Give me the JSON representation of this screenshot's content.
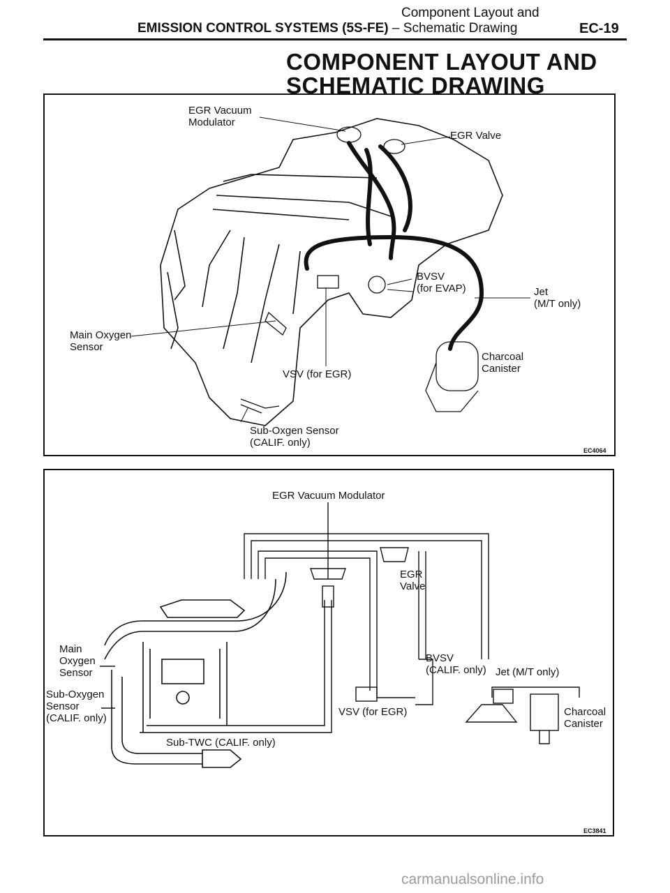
{
  "header": {
    "section_subtitle": "Component Layout and",
    "section_prefix": "EMISSION CONTROL SYSTEMS (5S-FE)",
    "section_dash": " – ",
    "section_suffix": "Schematic Drawing",
    "page_number": "EC-19"
  },
  "title": {
    "line1": "COMPONENT LAYOUT AND",
    "line2": "SCHEMATIC DRAWING"
  },
  "layout_figure": {
    "figure_code": "EC4064",
    "labels": {
      "egr_vacuum_modulator_1": "EGR Vacuum",
      "egr_vacuum_modulator_2": "Modulator",
      "egr_valve": "EGR Valve",
      "bvsv_1": "BVSV",
      "bvsv_2": "(for EVAP)",
      "jet_1": "Jet",
      "jet_2": "(M/T only)",
      "main_oxygen_1": "Main Oxygen",
      "main_oxygen_2": "Sensor",
      "charcoal_1": "Charcoal",
      "charcoal_2": "Canister",
      "vsv": "VSV (for EGR)",
      "sub_oxygen_1": "Sub-Oxgen Sensor",
      "sub_oxygen_2": "(CALIF. only)"
    }
  },
  "schematic_figure": {
    "figure_code": "EC3841",
    "labels": {
      "egr_vacuum_modulator": "EGR Vacuum Modulator",
      "egr_1": "EGR",
      "egr_2": "Valve",
      "main_1": "Main",
      "main_2": "Oxygen",
      "main_3": "Sensor",
      "bvsv_1": "BVSV",
      "bvsv_2": "(CALIF. only)",
      "jet": "Jet (M/T only)",
      "sub_1": "Sub-Oxygen",
      "sub_2": "Sensor",
      "sub_3": "(CALIF. only)",
      "vsv": "VSV (for EGR)",
      "charcoal_1": "Charcoal",
      "charcoal_2": "Canister",
      "sub_twc": "Sub-TWC (CALIF. only)"
    }
  },
  "footer": {
    "watermark": "carmanualsonline.info"
  }
}
